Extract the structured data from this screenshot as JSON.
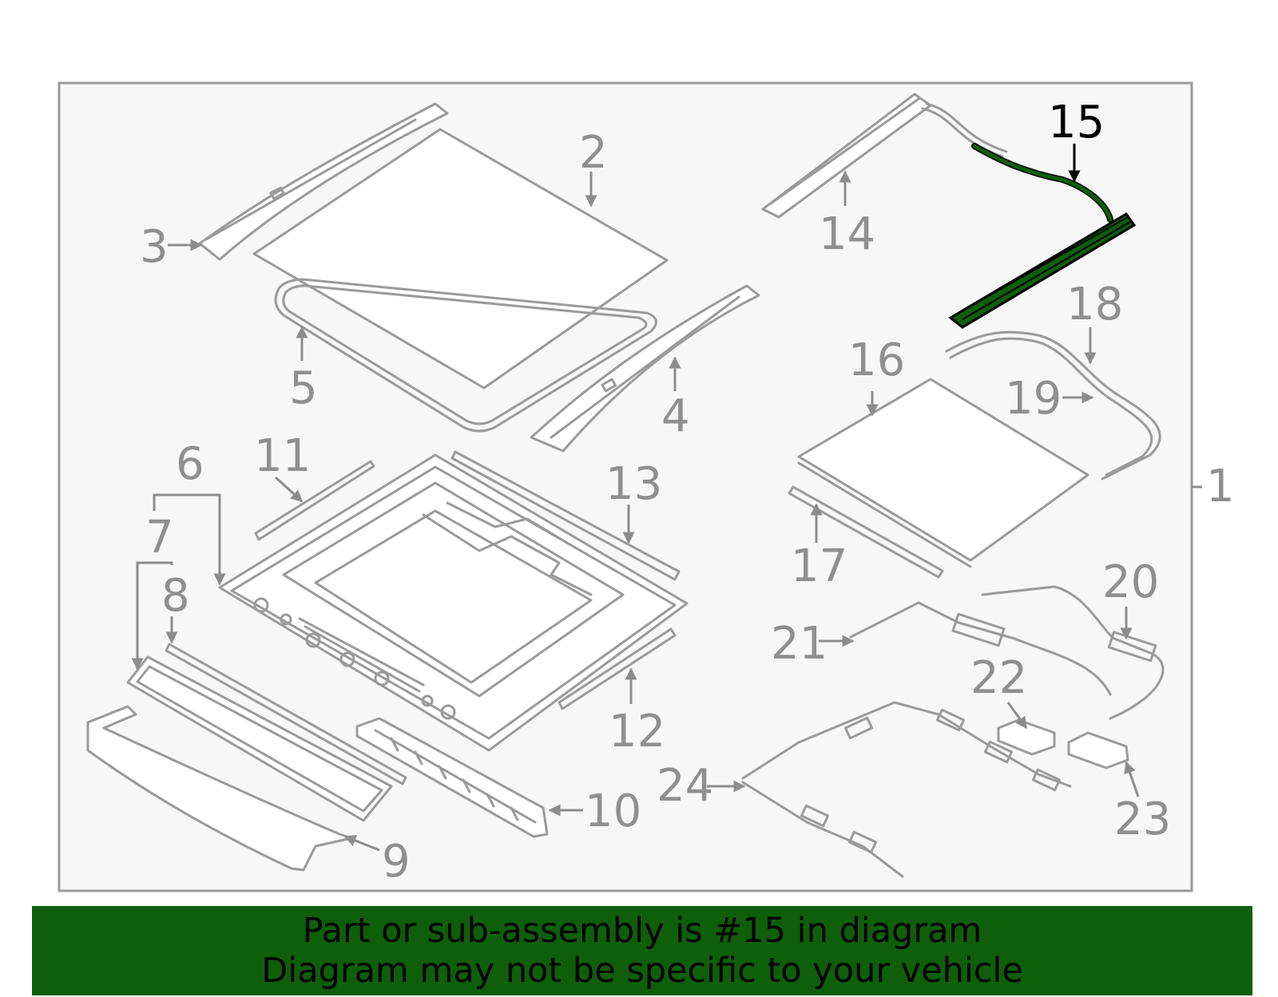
{
  "diagram": {
    "highlight_part": "15",
    "highlight_color": "#0f5e0a",
    "labels": [
      "1",
      "2",
      "3",
      "4",
      "5",
      "6",
      "7",
      "8",
      "9",
      "10",
      "11",
      "12",
      "13",
      "14",
      "15",
      "16",
      "17",
      "18",
      "19",
      "20",
      "21",
      "22",
      "23",
      "24"
    ]
  },
  "banner": {
    "line1": "Part or sub-assembly is #15 in diagram",
    "line2": "Diagram may not be specific to your vehicle",
    "background": "#0f5e0a"
  }
}
